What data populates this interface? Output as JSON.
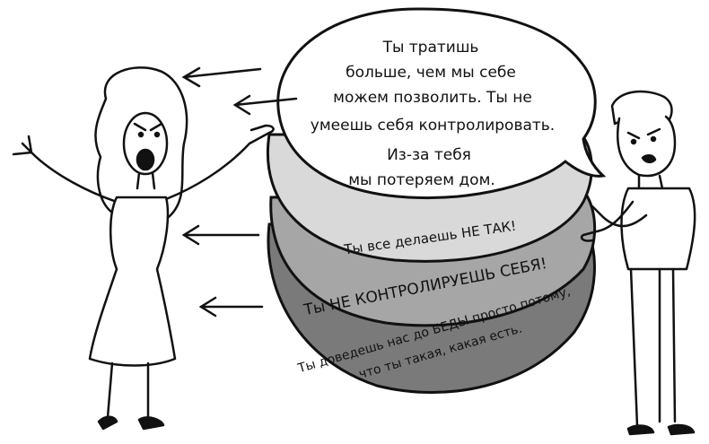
{
  "bubble": {
    "line1": "Ты тратишь",
    "line2": "больше, чем мы себе",
    "line3": "можем позволить. Ты не",
    "line4": "умеешь себя контролировать.",
    "line5": "Из-за тебя",
    "line6": "мы потеряем дом."
  },
  "layers": {
    "layer1": "Ты все делаешь НЕ ТАК!",
    "layer2": "Ты НЕ КОНТРОЛИРУЕШЬ СЕБЯ!",
    "layer3_line1": "Ты доведешь нас до БЕДЫ просто потому,",
    "layer3_line2": "что ты такая, какая есть."
  },
  "colors": {
    "ink": "#111111",
    "layer_light": "#d9d9d9",
    "layer_mid": "#a6a6a6",
    "layer_dark": "#7a7a7a",
    "bubble_fill": "#ffffff"
  }
}
